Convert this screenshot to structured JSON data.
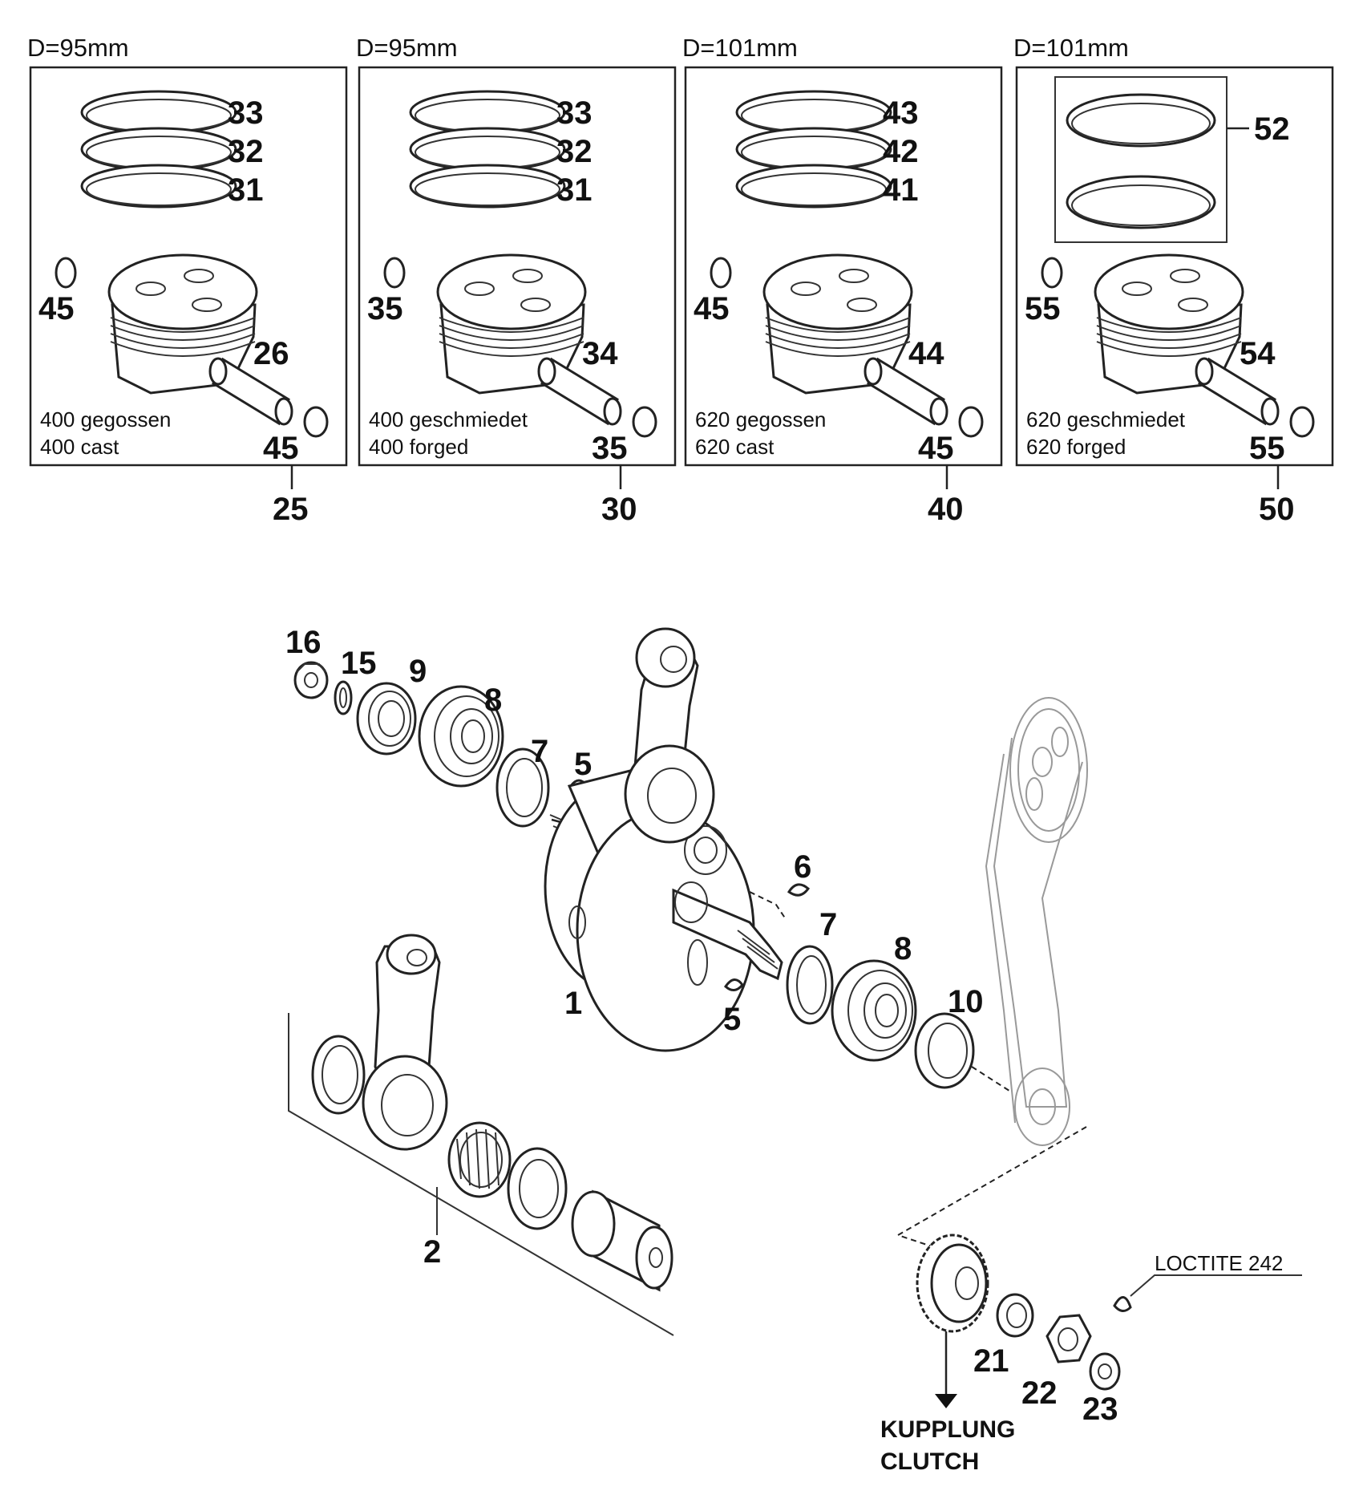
{
  "piston_sets": [
    {
      "diameter": "D=95mm",
      "ring_labels": [
        "33",
        "32",
        "31"
      ],
      "clip_label_upper": "45",
      "pin_label": "26",
      "clip_label_lower": "45",
      "variant_line1": "400 gegossen",
      "variant_line2": "400 cast",
      "assembly_number": "25"
    },
    {
      "diameter": "D=95mm",
      "ring_labels": [
        "33",
        "32",
        "31"
      ],
      "clip_label_upper": "35",
      "pin_label": "34",
      "clip_label_lower": "35",
      "variant_line1": "400 geschmiedet",
      "variant_line2": "400 forged",
      "assembly_number": "30"
    },
    {
      "diameter": "D=101mm",
      "ring_labels": [
        "43",
        "42",
        "41"
      ],
      "clip_label_upper": "45",
      "pin_label": "44",
      "clip_label_lower": "45",
      "variant_line1": "620 gegossen",
      "variant_line2": "620 cast",
      "assembly_number": "40"
    },
    {
      "diameter": "D=101mm",
      "ring_labels": [
        "52"
      ],
      "clip_label_upper": "55",
      "pin_label": "54",
      "clip_label_lower": "55",
      "variant_line1": "620 geschmiedet",
      "variant_line2": "620 forged",
      "assembly_number": "50"
    }
  ],
  "crank_labels": {
    "nut_16": "16",
    "washer_15": "15",
    "seal_9": "9",
    "bearing_8_left": "8",
    "shim_7_left": "7",
    "key_5_top": "5",
    "crankshaft_1": "1",
    "key_6": "6",
    "shim_7_right": "7",
    "bearing_8_right": "8",
    "key_5_bottom": "5",
    "seal_10": "10",
    "conrod_kit_2": "2",
    "gear_washer_21": "21",
    "gear_nut_22": "22",
    "nut_23": "23"
  },
  "notes": {
    "loctite": "LOCTITE 242",
    "clutch_de": "KUPPLUNG",
    "clutch_en": "CLUTCH"
  }
}
